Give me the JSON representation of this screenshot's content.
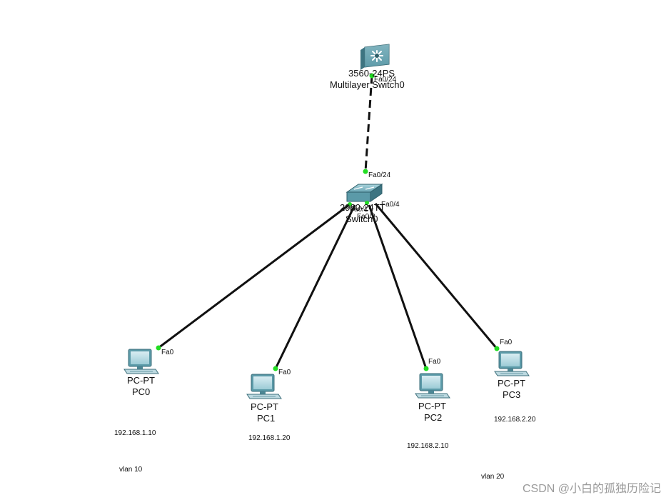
{
  "devices": {
    "mls": {
      "model": "3560-24PS",
      "name": "Multilayer Switch0"
    },
    "sw": {
      "model": "2960-24TT",
      "name": "Switch0"
    },
    "pc0": {
      "type": "PC-PT",
      "name": "PC0",
      "ip": "192.168.1.10"
    },
    "pc1": {
      "type": "PC-PT",
      "name": "PC1",
      "ip": "192.168.1.20"
    },
    "pc2": {
      "type": "PC-PT",
      "name": "PC2",
      "ip": "192.168.2.10"
    },
    "pc3": {
      "type": "PC-PT",
      "name": "PC3",
      "ip": "192.168.2.20"
    }
  },
  "ports": {
    "mls_fa024": "Fa0/24",
    "sw_fa024": "Fa0/24",
    "sw_fa01": "Fa0/1",
    "sw_fa02": "Fa0/2",
    "sw_fa04": "Fa0/4",
    "pc_fa0": "Fa0"
  },
  "notes": {
    "vlan10": "vlan 10",
    "vlan20": "vlan 20"
  },
  "watermark": "CSDN @小白的孤独历险记",
  "colors": {
    "link": "#111111",
    "port_up": "#22dd22",
    "device_teal": "#5b9aa8"
  }
}
